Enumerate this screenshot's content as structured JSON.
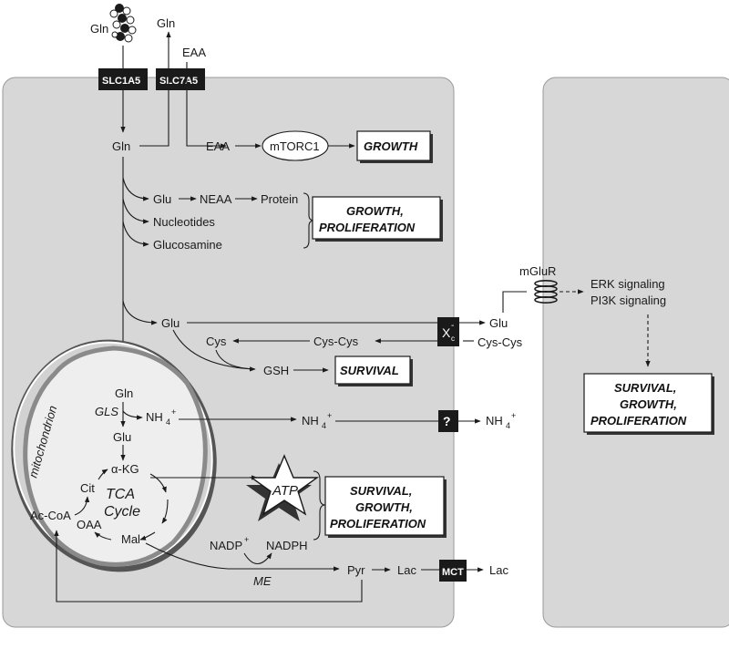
{
  "labels": {
    "gln_top": "Gln",
    "gln_out": "Gln",
    "eaa_top": "EAA",
    "transporter_slc1a5": "SLC1A5",
    "transporter_slc7a5": "SLC7A5",
    "gln_cell": "Gln",
    "eaa_cell": "EAA",
    "mtorc1": "mTORC1",
    "growth": "GROWTH",
    "glu1": "Glu",
    "neaa": "NEAA",
    "protein": "Protein",
    "nucleotides": "Nucleotides",
    "glucosamine": "Glucosamine",
    "growth_prolif_1": "GROWTH,",
    "growth_prolif_2": "PROLIFERATION",
    "glu2": "Glu",
    "xc": "X",
    "xc_sub": "c",
    "xc_sup": "-",
    "glu_out": "Glu",
    "cyscys_out": "Cys-Cys",
    "cys": "Cys",
    "cyscys_in": "Cys-Cys",
    "gsh": "GSH",
    "survival": "SURVIVAL",
    "mglur": "mGluR",
    "erk": "ERK signaling",
    "pi3k": "PI3K signaling",
    "right_box_1": "SURVIVAL,",
    "right_box_2": "GROWTH,",
    "right_box_3": "PROLIFERATION",
    "mitochondrion": "mitochondrion",
    "gln_mito": "Gln",
    "gls": "GLS",
    "nh4_1": "NH",
    "nh4_2": "NH",
    "nh4_3": "NH",
    "nh4_sub": "4",
    "nh4_sup": "+",
    "question": "?",
    "glu_mito": "Glu",
    "akg": "α-KG",
    "cit": "Cit",
    "tca_1": "TCA",
    "tca_2": "Cycle",
    "oaa": "OAA",
    "mal": "Mal",
    "accoa": "Ac-CoA",
    "atp": "ATP",
    "mito_box_1": "SURVIVAL,",
    "mito_box_2": "GROWTH,",
    "mito_box_3": "PROLIFERATION",
    "nadp": "NADP",
    "nadp_sup": "+",
    "nadph": "NADPH",
    "me": "ME",
    "pyr": "Pyr",
    "lac_in": "Lac",
    "mct": "MCT",
    "lac_out": "Lac"
  },
  "colors": {
    "cell_fill": "#d7d7d7",
    "transporter_fill": "#1a1a1a",
    "mito_membrane": "#8a8a8a",
    "mito_inner": "#e8e8e8"
  }
}
